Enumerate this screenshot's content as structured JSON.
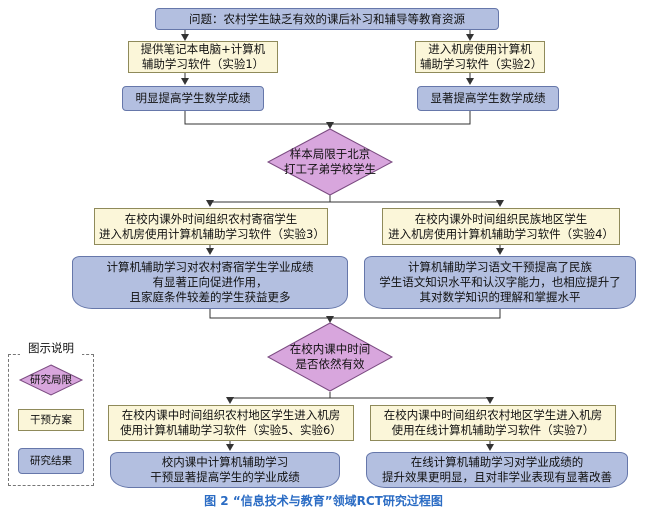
{
  "problem": "问题：农村学生缺乏有效的课后补习和辅导等教育资源",
  "exp1": {
    "method": "提供笔记本电脑+计算机\n辅助学习软件（实验1）",
    "result": "明显提高学生数学成绩"
  },
  "exp2": {
    "method": "进入机房使用计算机\n辅助学习软件（实验2）",
    "result": "显著提高学生数学成绩"
  },
  "limit1": "样本局限于北京\n打工子弟学校学生",
  "exp3": {
    "method": "在校内课外时间组织农村寄宿学生\n进入机房使用计算机辅助学习软件（实验3）",
    "result": "计算机辅助学习对农村寄宿学生学业成绩\n有显著正向促进作用，\n且家庭条件较差的学生获益更多"
  },
  "exp4": {
    "method": "在校内课外时间组织民族地区学生\n进入机房使用计算机辅助学习软件（实验4）",
    "result": "计算机辅助学习语文干预提高了民族\n学生语文知识水平和认汉字能力，也相应提升了\n其对数学知识的理解和掌握水平"
  },
  "limit2": "在校内课中时间\n是否依然有效",
  "exp56": {
    "method": "在校内课中时间组织农村地区学生进入机房\n使用计算机辅助学习软件（实验5、实验6）",
    "result": "校内课中计算机辅助学习\n干预显著提高学生的学业成绩"
  },
  "exp7": {
    "method": "在校内课中时间组织农村地区学生进入机房\n使用在线计算机辅助学习软件（实验7）",
    "result": "在线计算机辅助学习对学业成绩的\n提升效果更明显，且对非学业表现有显著改善"
  },
  "legend": {
    "title": "图示说明",
    "limit": "研究局限",
    "intervention": "干预方案",
    "result": "研究结果"
  },
  "caption": {
    "prefix": "图 2",
    "text": "“信息技术与教育”领域RCT研究过程图"
  },
  "colors": {
    "blue_fill": "#b3bfe0",
    "purple_fill": "#d8a6dd",
    "yellow_fill": "#fbf6d9",
    "caption": "#2b6cc4"
  }
}
